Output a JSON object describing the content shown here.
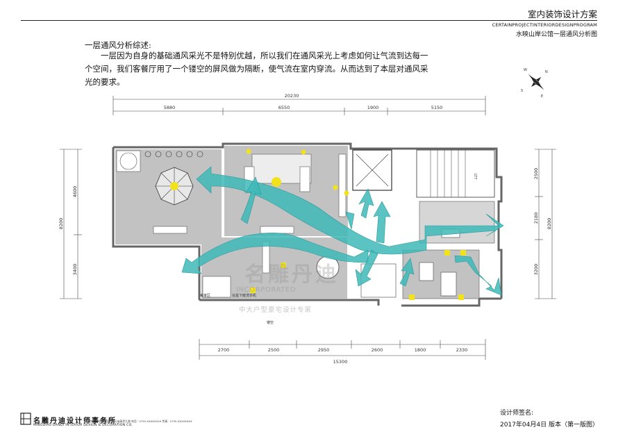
{
  "header": {
    "title": "室内装饰设计方案",
    "subtitle_en": "CERTAINPROJECTINTERIORDESIGNPROGRAM",
    "subtitle_cn": "水映山岸公馆一层通风分析图"
  },
  "intro": {
    "title": "一层通风分析综述:",
    "body": "一层因为自身的基础通风采光不是特别优越，所以我们在通风采光上考虑如何让气流到达每一个空间，我们客餐厅用了一个镂空的屏风做为隔断，使气流在室内穿流。从而达到了本层对通风采光的要求。"
  },
  "dimensions": {
    "top_total": "20230",
    "top_segments": [
      "5880",
      "6550",
      "1900",
      "5150"
    ],
    "left_total": "8200",
    "left_segments": [
      "4600",
      "3400"
    ],
    "right_total": "8200",
    "right_segments": [
      "2500",
      "2180",
      "3200"
    ],
    "bottom_segments": [
      "2700",
      "2500",
      "2950",
      "2600",
      "1800",
      "2330"
    ],
    "bottom_total": "15300"
  },
  "plan_labels": {
    "label_a": "每家区",
    "label_b": "台盆下嵌洗衣机",
    "label_c": "镂空",
    "stair": "LT7"
  },
  "watermark": {
    "cn": "名雕丹迪",
    "en": "INCORPORATED",
    "slogan": "中大户型豪宅设计专家"
  },
  "footer": {
    "company_cn": "名雕丹迪设计师事务所",
    "company_en": "MINGDIAO DANDI INTERIOR DESIGN & DECORATION CO.",
    "small_text": "地址：深圳市福田区车公庙泰然九路 电话：0755-XXXXXXXX 传真：0755-XXXXXXXX",
    "designer_sign": "设计师签名:",
    "date_version": "2017年04月4日  版本（第一版图）"
  },
  "colors": {
    "airflow": "#3fb8b8",
    "wall": "#777777",
    "room_fill": "#bdbdbd",
    "accent_yellow": "#f2e21a"
  },
  "icons": {
    "compass": "compass-icon",
    "logo": "logo-icon"
  }
}
